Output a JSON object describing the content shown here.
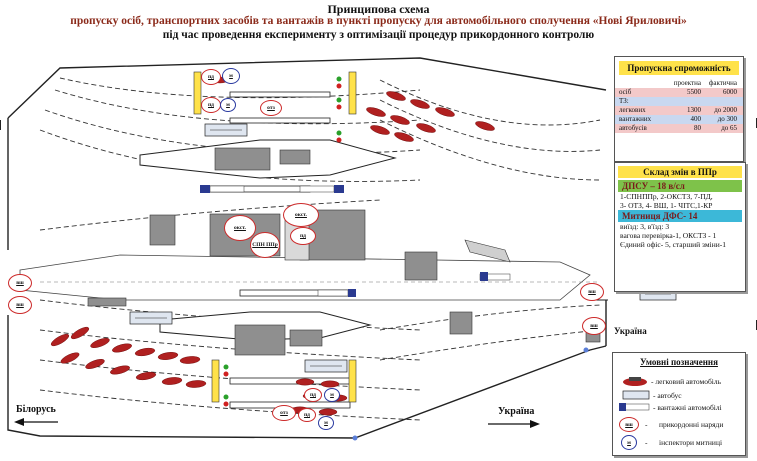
{
  "title": {
    "line1": "Принципова схема",
    "line2": "пропуску осіб, транспортних засобів та вантажів в пункті пропуску для автомобільного сполучення «Нові Яриловичі»",
    "line3": "під час проведення експерименту з оптимізації процедур прикордонного контролю"
  },
  "capacity": {
    "heading": "Пропускна спроможність",
    "col_projected": "проектна",
    "col_actual": "фактична",
    "rows": [
      {
        "label": "осіб",
        "projected": "5500",
        "actual": "6000"
      },
      {
        "label": "ТЗ:",
        "projected": "",
        "actual": ""
      },
      {
        "label": "легкових",
        "projected": "1300",
        "actual": "до 2000"
      },
      {
        "label": "вантажних",
        "projected": "400",
        "actual": "до 300"
      },
      {
        "label": "автобусів",
        "projected": "80",
        "actual": "до 65"
      }
    ]
  },
  "staff": {
    "heading": "Склад змін в ППр",
    "dpsu": "ДПСУ – 18 в/сл",
    "dpsu_lines": [
      "1-СПНППр, 2-ОКСТЗ, 7-ПД,",
      "3- ОТЗ, 4- ВШ, 1- ЧІТС,1-КР"
    ],
    "customs": "Митниця ДФС- 14",
    "customs_lines": [
      "виїзд: 3, в'їзд: 3",
      "вагова перевірка-1, ОКСТЗ - 1",
      "Єдиний офіс- 5, старший зміни-1"
    ]
  },
  "legend": {
    "heading": "Умовні позначення",
    "car": "- легковий автомобіль",
    "bus": "- автобус",
    "truck": "- вантажні автомобілі",
    "border_guard": "прикордонні наряди",
    "customs": "інспектори митниці",
    "border_guard_marker": "вш",
    "customs_marker": "м",
    "dash1": "-",
    "dash2": "-"
  },
  "directions": {
    "left": "Білорусь",
    "right": "Україна",
    "right_small": "Україна"
  },
  "markers": {
    "vsh": "вш",
    "pd": "пд",
    "m": "м",
    "otz": "отз",
    "okst": "окст.",
    "spn": "СПН ППр"
  },
  "colors": {
    "accent_yellow": "#ffe24a",
    "green": "#7ec24a",
    "cyan": "#3cb8d8",
    "car_red": "#b02020",
    "truck_blue": "#2a3a90"
  }
}
